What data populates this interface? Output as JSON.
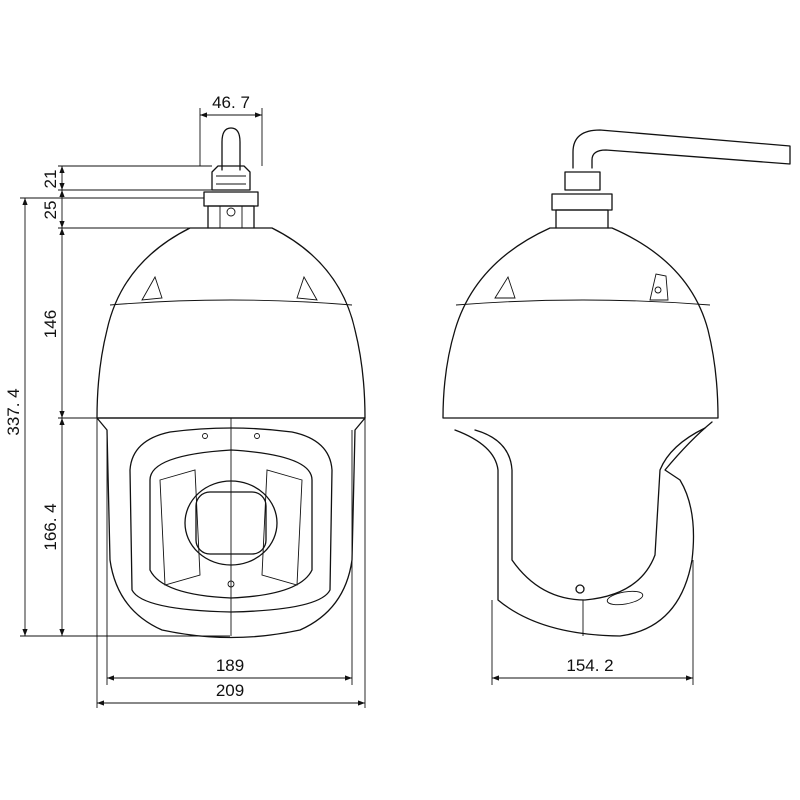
{
  "dimensions": {
    "antenna_width": "46. 7",
    "antenna_height": "21",
    "mount_height": "25",
    "dome_height": "146",
    "total_height": "337. 4",
    "housing_height": "166. 4",
    "housing_width": "189",
    "overall_width": "209",
    "side_depth": "154. 2"
  }
}
